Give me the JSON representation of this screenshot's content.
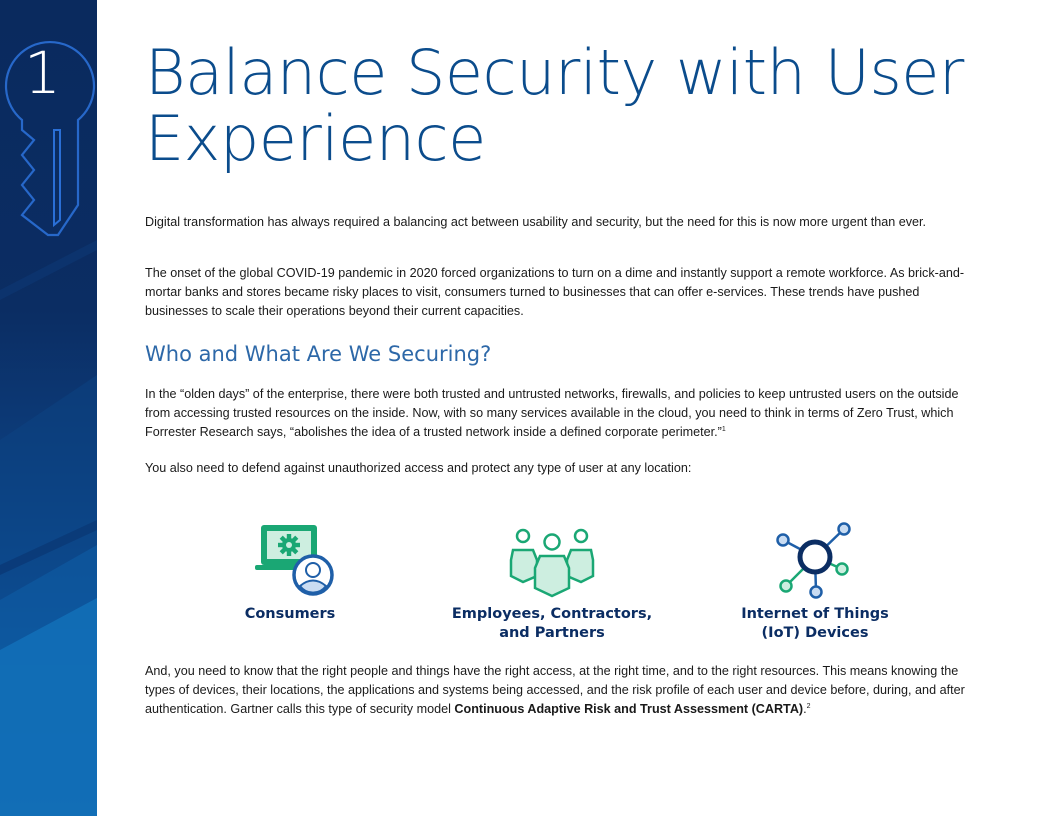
{
  "sidebar": {
    "chapter_number": "1",
    "icon": "key-icon",
    "colors": {
      "top": "#0a2a5e",
      "bottom": "#1477bd",
      "key_outline": "#2a6fd6"
    }
  },
  "header": {
    "title": "Balance Security with User Experience",
    "title_color": "#0b4c8c"
  },
  "intro": {
    "paragraphs": [
      "Digital transformation has always required a balancing act between usability and security, but the need for this is now more urgent than ever.",
      "The onset of the global COVID-19 pandemic in 2020 forced organizations to turn on a dime and instantly support a remote workforce. As brick-and-mortar banks and stores became risky places to visit, consumers turned to businesses that can offer e-services. These trends have pushed businesses to scale their operations beyond their current capacities."
    ]
  },
  "section": {
    "heading": "Who and What Are We Securing?",
    "paragraph1": "In the “olden days” of the enterprise, there were both trusted and untrusted networks, firewalls, and policies to keep untrusted users on the outside from accessing trusted resources on the inside. Now, with so many services available in the cloud, you need to think in terms of Zero Trust, which Forrester Research says, “abolishes the idea of a trusted network inside a defined corporate perimeter.”",
    "paragraph1_footnote": "1",
    "paragraph2": "You also need to defend against unauthorized access and protect any type of user at any location:",
    "user_types": [
      {
        "icon": "laptop-user-icon",
        "label": "Consumers"
      },
      {
        "icon": "people-group-icon",
        "label": "Employees, Contractors,\nand Partners"
      },
      {
        "icon": "network-hub-icon",
        "label": "Internet of Things\n(IoT) Devices"
      }
    ],
    "closing_text": "And, you need to know that the right people and things have the right access, at the right time, and to the right resources. This means knowing the types of devices, their locations, the applications and systems being accessed, and the risk profile of each user and device before, during, and after authentication. Gartner calls this type of security model ",
    "closing_bold": "Continuous Adaptive Risk and Trust Assessment (CARTA)",
    "closing_end": ".",
    "closing_footnote": "2"
  },
  "colors": {
    "green": "#1aa774",
    "green_light": "#cdeee0",
    "navy": "#0b2d63",
    "blue": "#2a72c4",
    "blue_light": "#c9dcf2"
  }
}
